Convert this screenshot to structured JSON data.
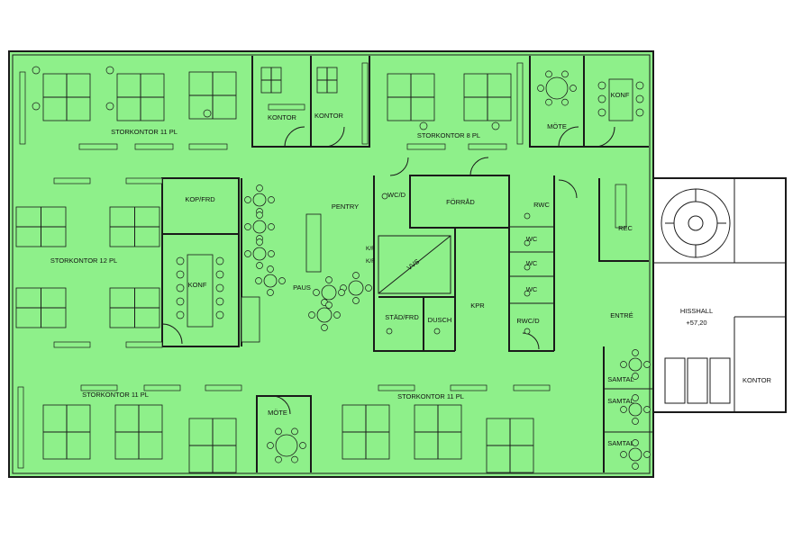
{
  "colors": {
    "floor": "#8ef08a",
    "wall": "#1a1a1a",
    "exterior": "#ffffff"
  },
  "rooms": {
    "storkontor_top_left": "STORKONTOR 11 PL",
    "kontor_1": "KONTOR",
    "kontor_2": "KONTOR",
    "storkontor_top_right": "STORKONTOR 8 PL",
    "mote_top": "MÖTE",
    "konf_top": "KONF",
    "kop_frd": "KOP/FRD",
    "pentry": "PENTRY",
    "wc_d": "WC/D",
    "forrad": "FÖRRÅD",
    "rwc_top": "RWC",
    "wc_1": "WC",
    "wc_2": "WC",
    "wc_3": "WC",
    "rwc_d": "RWC/D",
    "rec": "REC",
    "storkontor_12": "STORKONTOR 12 PL",
    "konf_mid": "KONF",
    "paus": "PAUS",
    "vvs": "VVS",
    "kf_1": "K/F",
    "kf_2": "K/F",
    "stad_frd": "STÄD/FRD",
    "dusch": "DUSCH",
    "kpr": "KPR",
    "entre": "ENTRÉ",
    "hisshall": "HISSHALL",
    "level": "+57,20",
    "storkontor_bottom_left": "STORKONTOR 11 PL",
    "mote_bottom": "MÖTE",
    "storkontor_bottom_right": "STORKONTOR 11 PL",
    "samtal_1": "SAMTAL",
    "samtal_2": "SAMTAL",
    "samtal_3": "SAMTAL",
    "kontor_hall": "KONTOR"
  }
}
